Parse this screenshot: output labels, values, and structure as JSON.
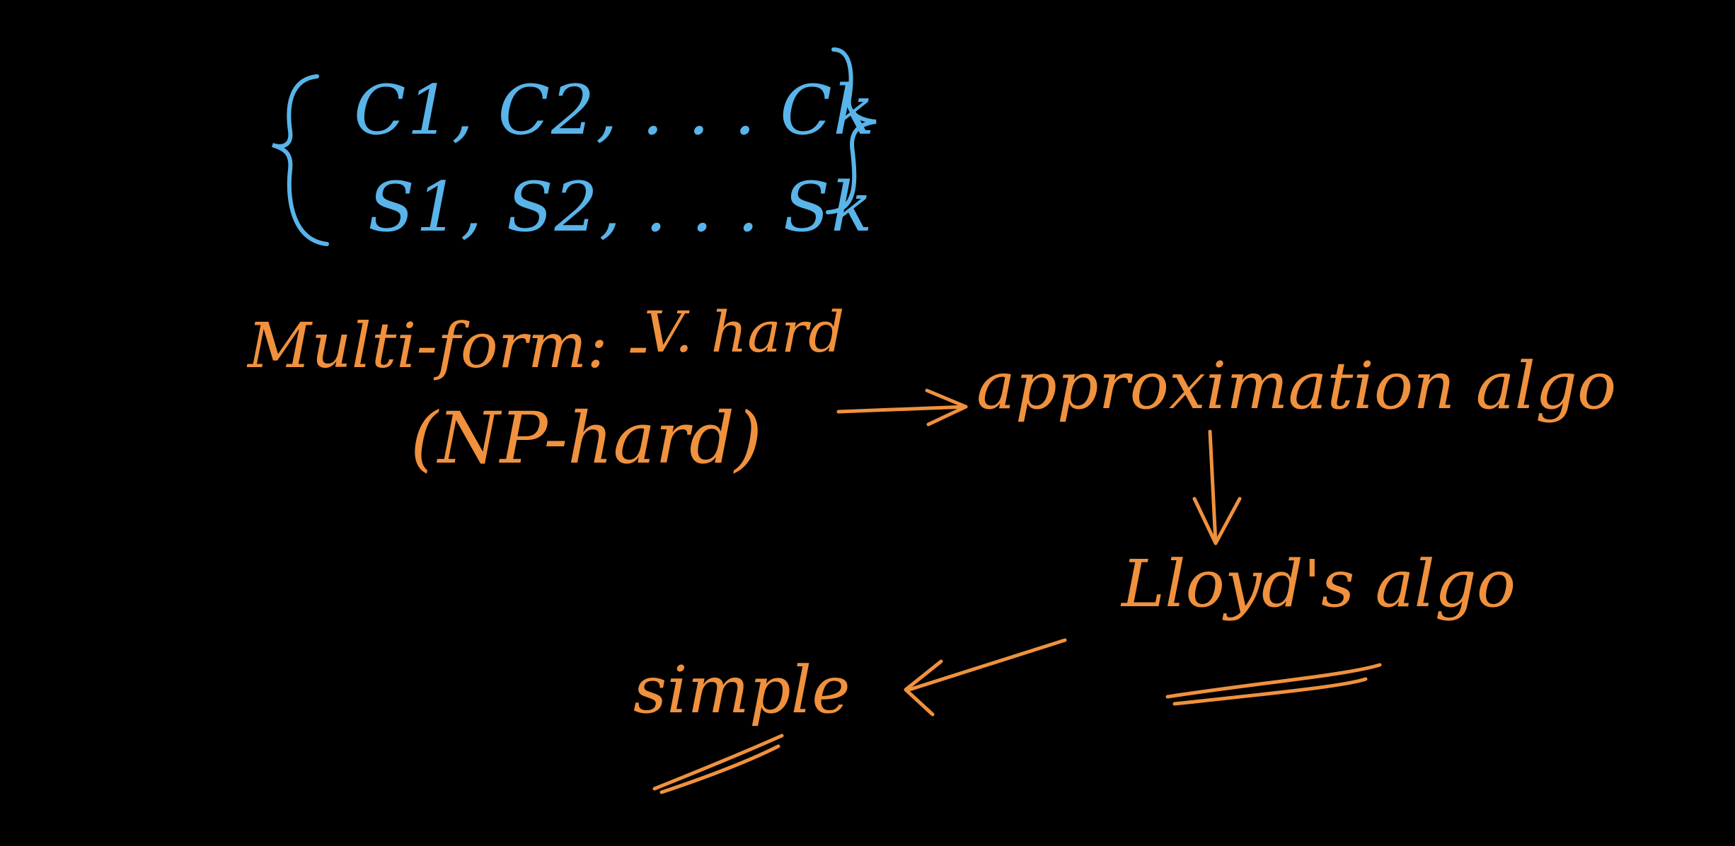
{
  "colors": {
    "background": "#000000",
    "blue_ink": "#59b4ea",
    "orange_ink": "#f0913e"
  },
  "sets": {
    "row_1": "C1, C2, . . . Ck",
    "row_2": "S1, S2, . . . Sk"
  },
  "notes": {
    "line_1": "Multi-form: -",
    "line_2": "V. hard",
    "line_3": "(NP-hard)",
    "line_4": "approximation algo",
    "line_5": "Lloyd's algo",
    "line_6": "simple"
  }
}
